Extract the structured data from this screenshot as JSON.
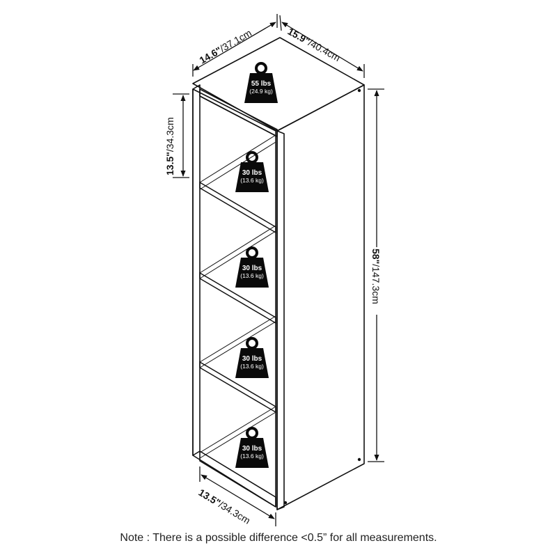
{
  "dimensions": {
    "width": {
      "imperial": "14.6\"",
      "metric": "/37.1cm"
    },
    "depth": {
      "imperial": "15.9\"",
      "metric": "/40.4cm"
    },
    "height": {
      "imperial": "58\"",
      "metric": "/147.3cm"
    },
    "cube_height": {
      "imperial": "13.5\"",
      "metric": "/34.3cm"
    },
    "cube_width": {
      "imperial": "13.5\"",
      "metric": "/34.3cm"
    }
  },
  "weight_limits": [
    {
      "lbs": "55 lbs",
      "kg": "(24.9 kg)"
    },
    {
      "lbs": "30 lbs",
      "kg": "(13.6 kg)"
    },
    {
      "lbs": "30 lbs",
      "kg": "(13.6 kg)"
    },
    {
      "lbs": "30 lbs",
      "kg": "(13.6 kg)"
    },
    {
      "lbs": "30 lbs",
      "kg": "(13.6 kg)"
    }
  ],
  "note": "Note : There is a possible difference <0.5” for all measurements.",
  "colors": {
    "line": "#111111",
    "weight_icon": "#0a0a0a",
    "weight_text": "#ffffff"
  }
}
